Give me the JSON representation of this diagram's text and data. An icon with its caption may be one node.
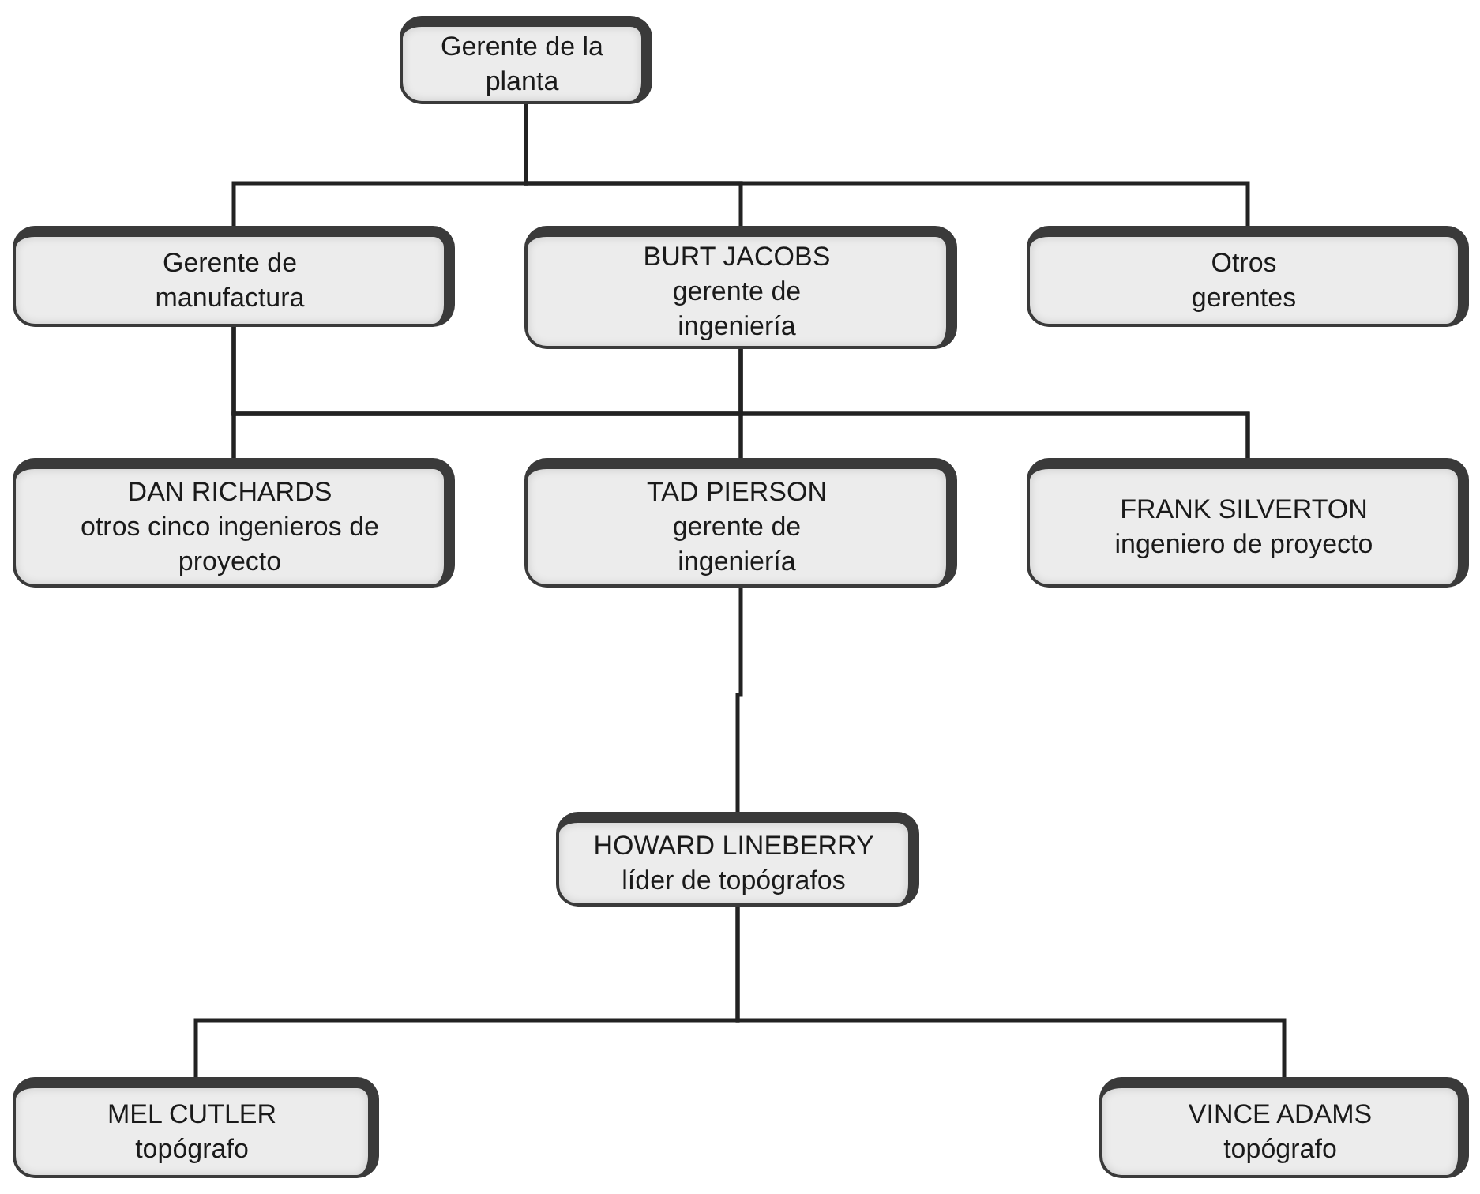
{
  "diagram": {
    "nodes": [
      {
        "text": [
          "Gerente de la planta"
        ]
      },
      {
        "text": [
          "Gerente de manufactura"
        ]
      },
      {
        "text": [
          "BURT JACOBS",
          "gerente de ingeniería"
        ]
      },
      {
        "text": [
          "Otros gerentes"
        ]
      },
      {
        "text": [
          "DAN RICHARDS",
          "otros cinco ingenieros de proyecto"
        ]
      },
      {
        "text": [
          "TAD PIERSON",
          "gerente de ingeniería"
        ]
      },
      {
        "text": [
          "FRANK SILVERTON",
          "ingeniero de proyecto"
        ]
      },
      {
        "text": [
          "HOWARD LINEBERRY",
          "líder de topógrafos"
        ]
      },
      {
        "text": [
          "MEL CUTLER",
          "topógrafo"
        ]
      },
      {
        "text": [
          "VINCE ADAMS",
          "topógrafo"
        ]
      }
    ],
    "edges": [
      {
        "from": 0,
        "to": 1,
        "arrow": "none"
      },
      {
        "from": 0,
        "to": 2,
        "arrow": "none"
      },
      {
        "from": 0,
        "to": 3,
        "arrow": "none"
      },
      {
        "from": 1,
        "to": 4,
        "arrow": "none"
      },
      {
        "from": 1,
        "to": 5,
        "arrow": "none"
      },
      {
        "from": 1,
        "to": 6,
        "arrow": "none"
      },
      {
        "from": 2,
        "to": 4,
        "arrow": "none"
      },
      {
        "from": 2,
        "to": 5,
        "arrow": "none"
      },
      {
        "from": 2,
        "to": 6,
        "arrow": "none"
      },
      {
        "from": 5,
        "to": 7,
        "arrow": "none"
      },
      {
        "from": 7,
        "to": 8,
        "arrow": "none"
      },
      {
        "from": 7,
        "to": 9,
        "arrow": "none"
      }
    ]
  }
}
